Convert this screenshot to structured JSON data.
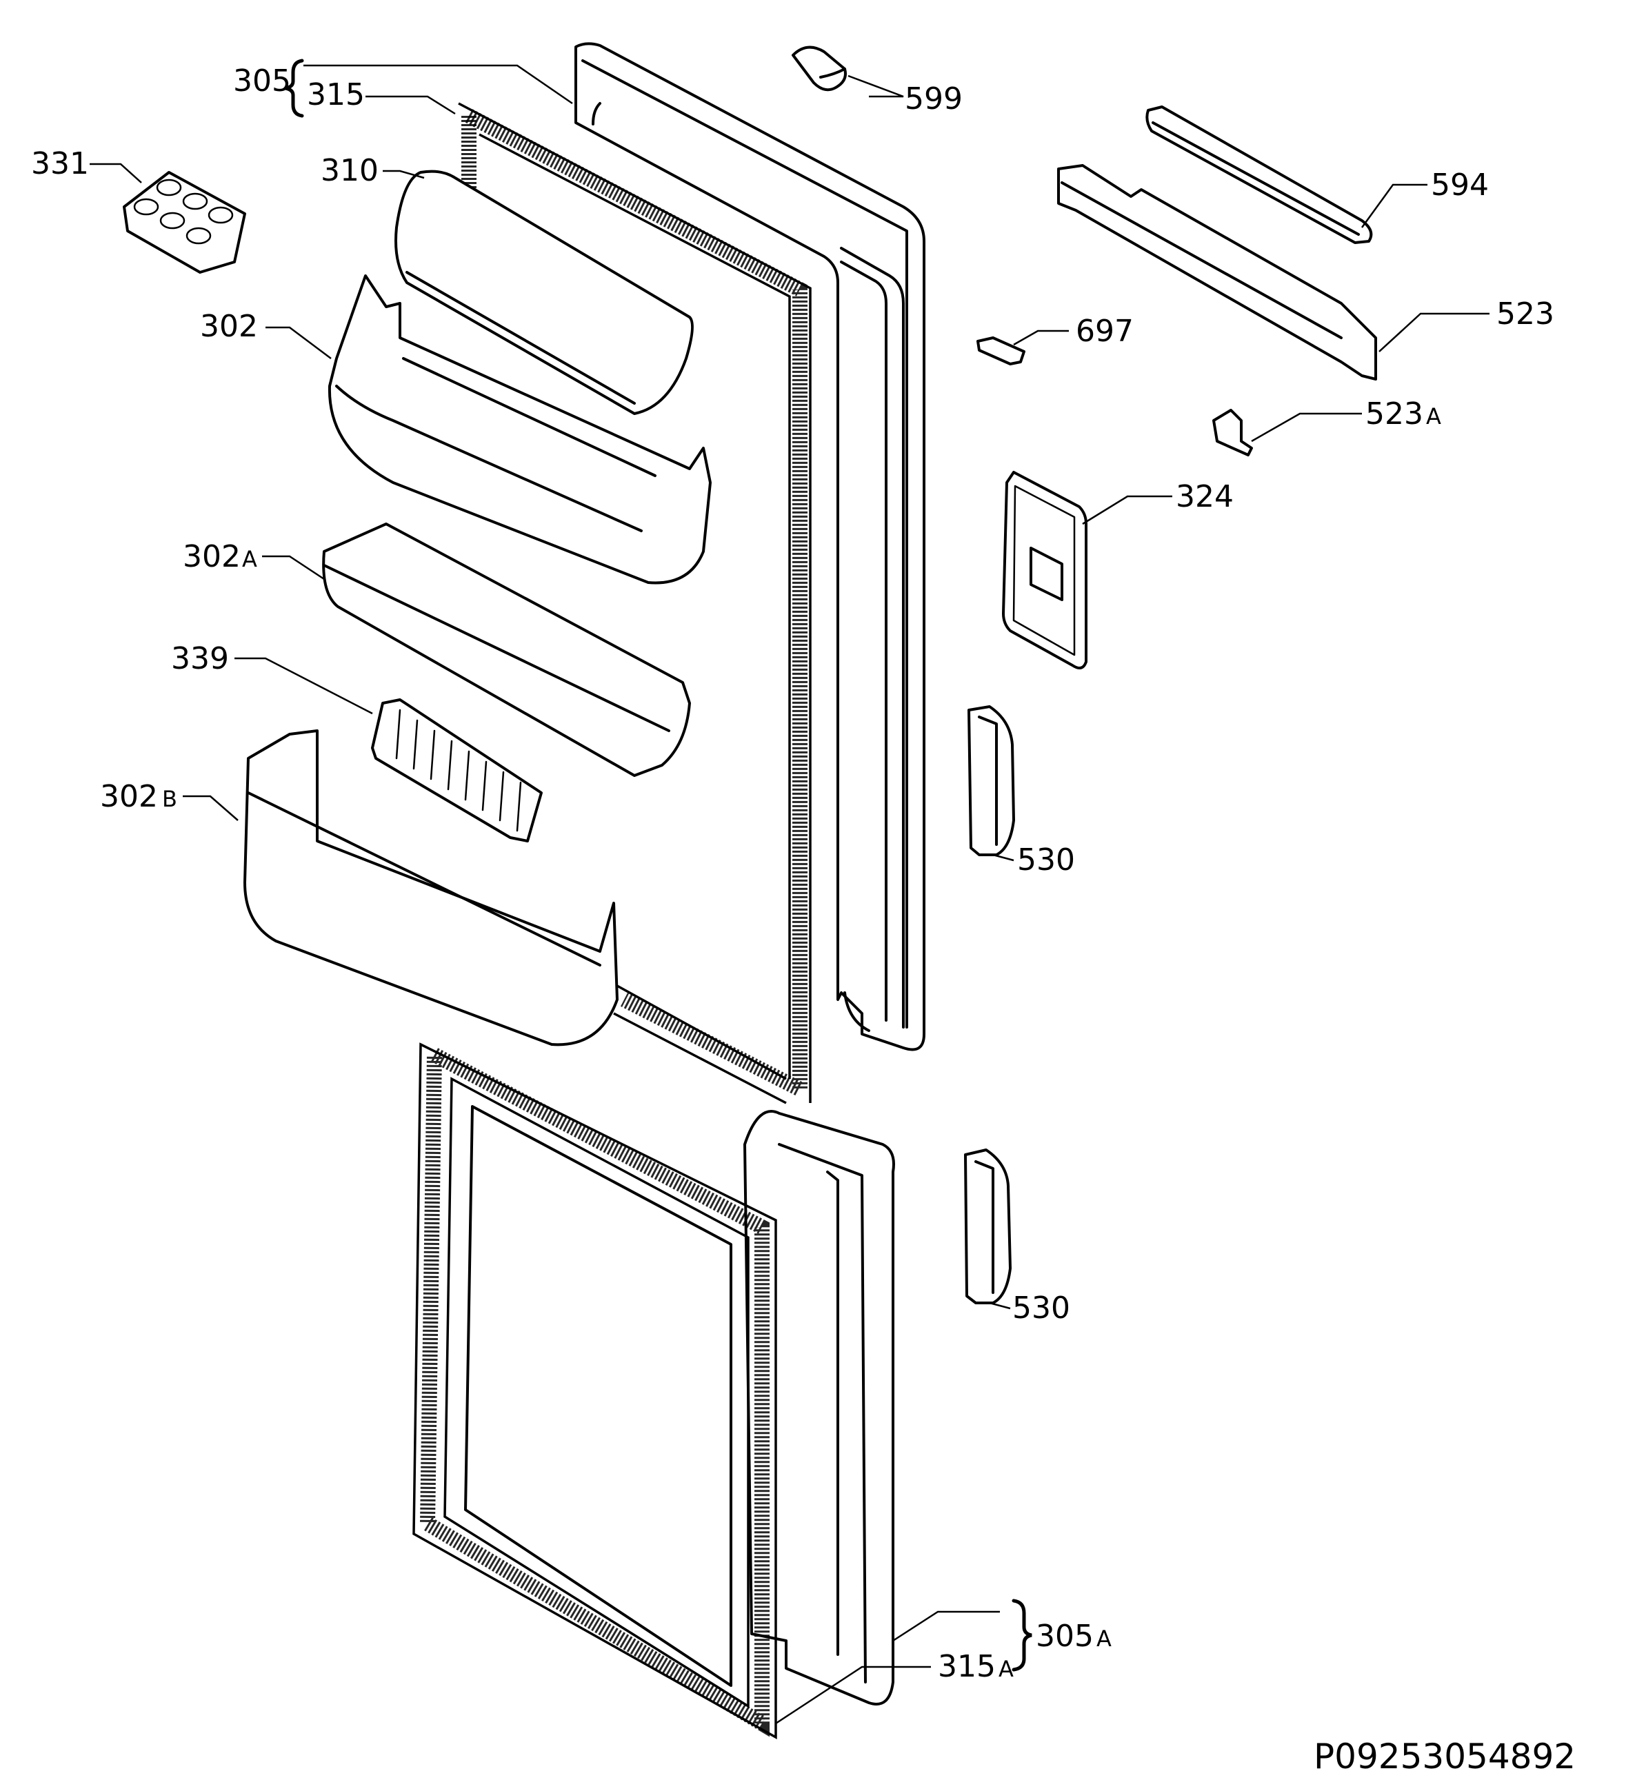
{
  "labels": {
    "l305": {
      "main": "305",
      "suffix": ""
    },
    "l315": {
      "main": "315",
      "suffix": ""
    },
    "l599": {
      "main": "599",
      "suffix": ""
    },
    "l331": {
      "main": "331",
      "suffix": ""
    },
    "l310": {
      "main": "310",
      "suffix": ""
    },
    "l594": {
      "main": "594",
      "suffix": ""
    },
    "l302": {
      "main": "302",
      "suffix": ""
    },
    "l697": {
      "main": "697",
      "suffix": ""
    },
    "l523": {
      "main": "523",
      "suffix": ""
    },
    "l523a": {
      "main": "523",
      "suffix": "A"
    },
    "l324": {
      "main": "324",
      "suffix": ""
    },
    "l302a": {
      "main": "302",
      "suffix": "A"
    },
    "l339": {
      "main": "339",
      "suffix": ""
    },
    "l302b": {
      "main": "302",
      "suffix": "B"
    },
    "l530top": {
      "main": "530",
      "suffix": ""
    },
    "l530bot": {
      "main": "530",
      "suffix": ""
    },
    "l305a": {
      "main": "305",
      "suffix": "A"
    },
    "l315a": {
      "main": "315",
      "suffix": "A"
    }
  },
  "diagram_code": "P09253054892"
}
